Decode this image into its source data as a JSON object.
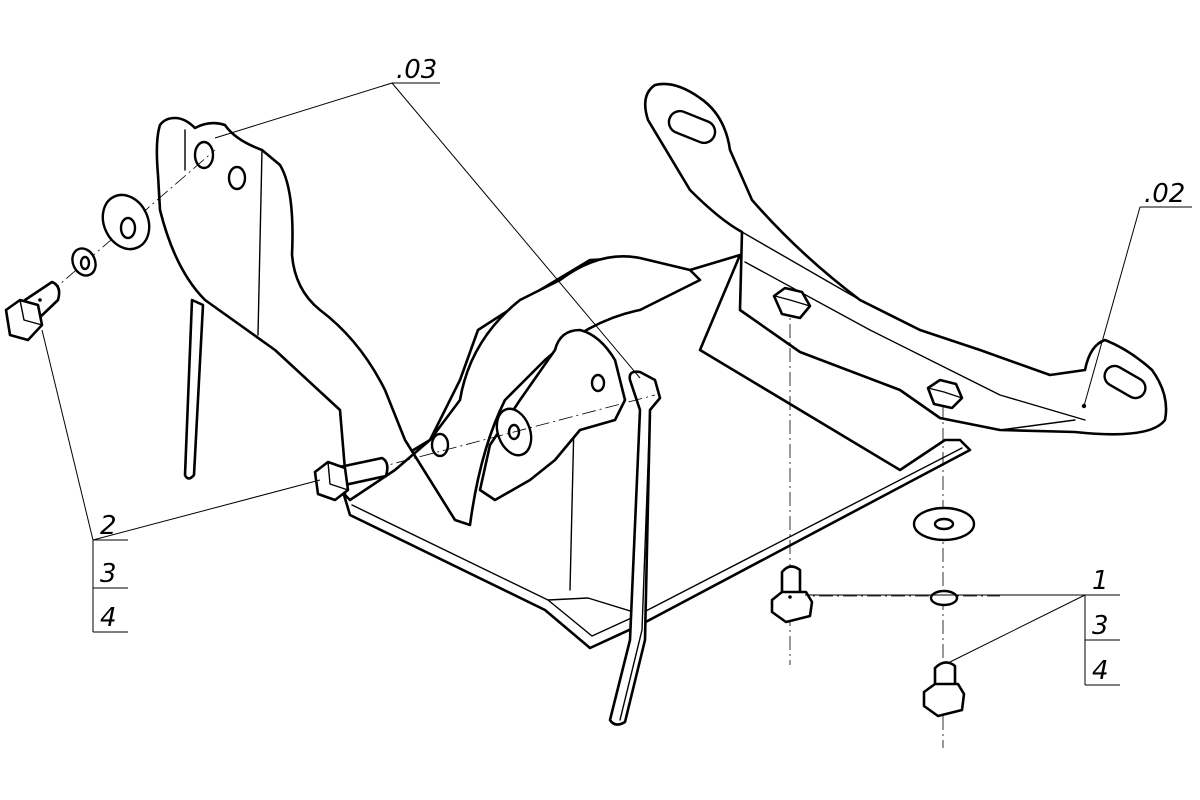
{
  "callouts": {
    "assembly_03": ".03",
    "assembly_02": ".02",
    "left_stack": [
      "2",
      "3",
      "4"
    ],
    "right_stack": [
      "1",
      "3",
      "4"
    ]
  }
}
